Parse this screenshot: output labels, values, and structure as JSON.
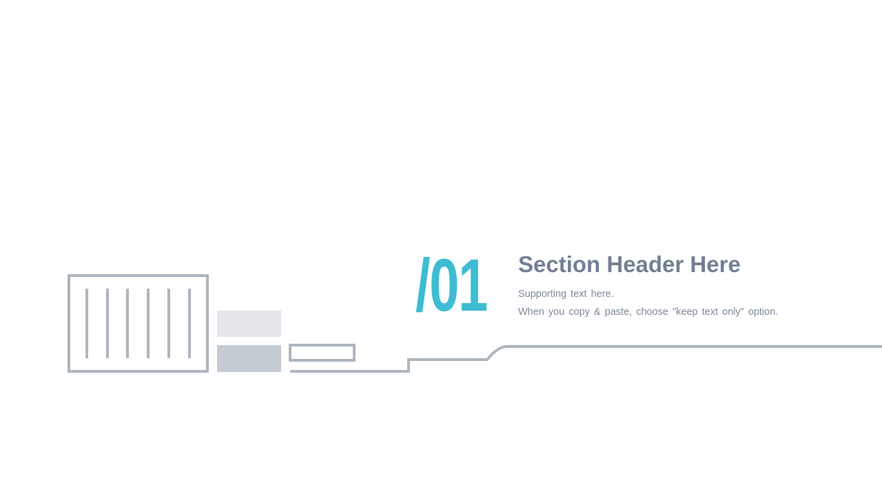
{
  "section": {
    "number": "/01",
    "title": "Section Header Here",
    "support_line_1": "Supporting text here.",
    "support_line_2": "When you copy & paste, choose \"keep text only\" option."
  },
  "colors": {
    "accent": "#3dbcd2",
    "title": "#717f95",
    "body_text": "#7b879a",
    "line_art": "#adb5be",
    "block_light": "#e4e6e9",
    "block_mid": "#c5cbd2",
    "background": "#ffffff"
  }
}
